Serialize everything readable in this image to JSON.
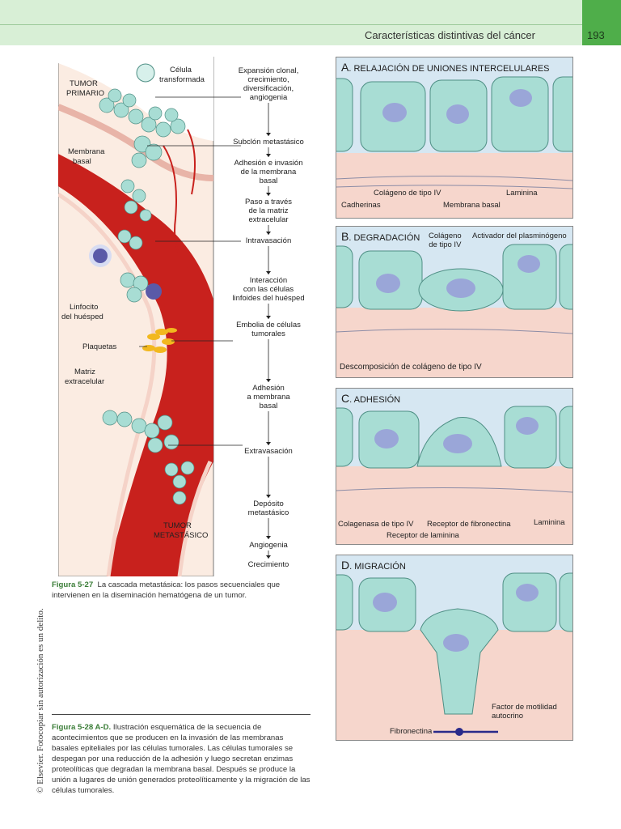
{
  "header": {
    "title": "Características distintivas del cáncer",
    "page_number": "193"
  },
  "side_note": "© Elsevier. Fotocopiar sin autorización es un delito.",
  "figure_left": {
    "labels": {
      "primary_tumor": [
        "TUMOR",
        "PRIMARIO"
      ],
      "transformed_cell": [
        "Célula",
        "transformada"
      ],
      "basement_membrane": [
        "Membrana",
        "basal"
      ],
      "lymphocyte": [
        "Linfocito",
        "del huésped"
      ],
      "platelets": "Plaquetas",
      "matrix": [
        "Matriz",
        "extracelular"
      ],
      "metastatic_tumor": [
        "TUMOR",
        "METASTÁSICO"
      ]
    },
    "steps": [
      {
        "lines": [
          "Expansión clonal,",
          "crecimiento,",
          "diversificación,",
          "angiogenia"
        ]
      },
      {
        "lines": [
          "Subclón metastásico"
        ]
      },
      {
        "lines": [
          "Adhesión e invasión",
          "de la membrana",
          "basal"
        ]
      },
      {
        "lines": [
          "Paso a través",
          "de la matriz",
          "extracelular"
        ]
      },
      {
        "lines": [
          "Intravasación"
        ]
      },
      {
        "lines": [
          "Interacción",
          "con las células",
          "linfoides del huésped"
        ]
      },
      {
        "lines": [
          "Embolia de células",
          "tumorales"
        ]
      },
      {
        "lines": [
          "Adhesión",
          "a membrana",
          "basal"
        ]
      },
      {
        "lines": [
          "Extravasación"
        ]
      },
      {
        "lines": [
          "Depósito",
          "metastásico"
        ]
      },
      {
        "lines": [
          "Angiogenia"
        ]
      },
      {
        "lines": [
          "Crecimiento"
        ]
      }
    ],
    "caption": {
      "label": "Figura 5-27",
      "text": "La cascada metastásica: los pasos secuenciales que intervienen en la diseminación hematógena de un tumor."
    }
  },
  "figure_right": {
    "panels": [
      {
        "letter": "A",
        "title": ". RELAJACIÓN DE UNIONES INTERCELULARES",
        "labels": {
          "collagen": "Colágeno de tipo IV",
          "laminin": "Laminina",
          "cadherins": "Cadherinas",
          "basement": "Membrana basal"
        }
      },
      {
        "letter": "B",
        "title": ". DEGRADACIÓN",
        "labels": {
          "collagen": [
            "Colágeno",
            "de tipo IV"
          ],
          "activator": "Activador del plasminógeno",
          "breakdown": "Descomposición de colágeno de tipo IV"
        }
      },
      {
        "letter": "C",
        "title": ". ADHESIÓN",
        "labels": {
          "collagenase": "Colagenasa de tipo IV",
          "fibronectin_receptor": "Receptor de fibronectina",
          "laminin": "Laminina",
          "laminin_receptor": "Receptor de laminina"
        }
      },
      {
        "letter": "D",
        "title": ". MIGRACIÓN",
        "labels": {
          "motility": [
            "Factor de motilidad",
            "autocrino"
          ],
          "fibronectin": "Fibronectina"
        }
      }
    ],
    "caption": {
      "label": "Figura 5-28 A-D.",
      "text": "Ilustración esquemática de la secuencia de acontecimientos que se producen en la invasión de las membranas basales epiteliales por las células tumorales. Las células tumorales se despegan por una reducción de la adhesión y luego secretan enzimas proteolíticas que degradan la membrana basal. Después se produce la unión a lugares de unión generados proteolíticamente y la migración de las células tumorales."
    }
  },
  "colors": {
    "header_bg": "#d8efd6",
    "page_tab": "#4fae4a",
    "caption_label": "#3a7d37",
    "vessel": "#c8211d",
    "cell": "#a8ddd4",
    "nucleus": "#9aa6d8"
  }
}
